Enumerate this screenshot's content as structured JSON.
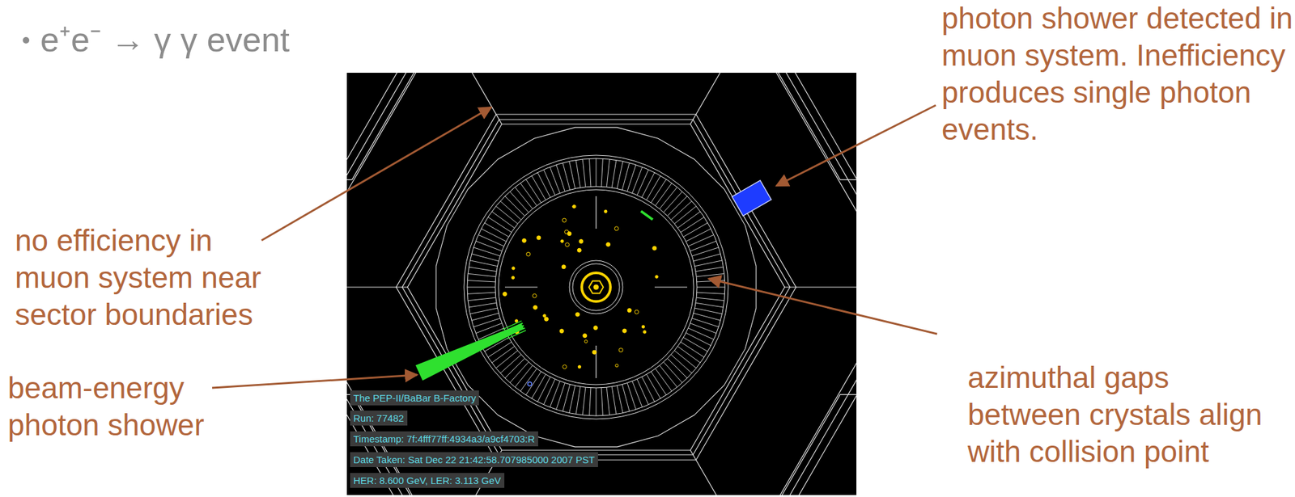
{
  "diagram": {
    "title": "e⁺e⁻ → γ γ event",
    "nodes": [
      {
        "text": [
          "The PEP-II/BaBar B-Factory"
        ]
      },
      {
        "text": [
          "Run: 77482"
        ]
      },
      {
        "text": [
          "Timestamp: 7f:4fff77ff:4934a3/a9cf4703:R"
        ]
      },
      {
        "text": [
          "Date Taken: Sat Dec 22 21:42:58.707985000 2007 PST"
        ]
      },
      {
        "text": [
          "HER: 8.600 GeV, LER: 3.113 GeV"
        ]
      }
    ],
    "labels": [
      "photon shower detected in muon system. Inefficiency produces single photon events.",
      "no efficiency in muon system near sector boundaries",
      "beam-energy photon shower",
      "azimuthal gaps between crystals align with collision point"
    ]
  }
}
